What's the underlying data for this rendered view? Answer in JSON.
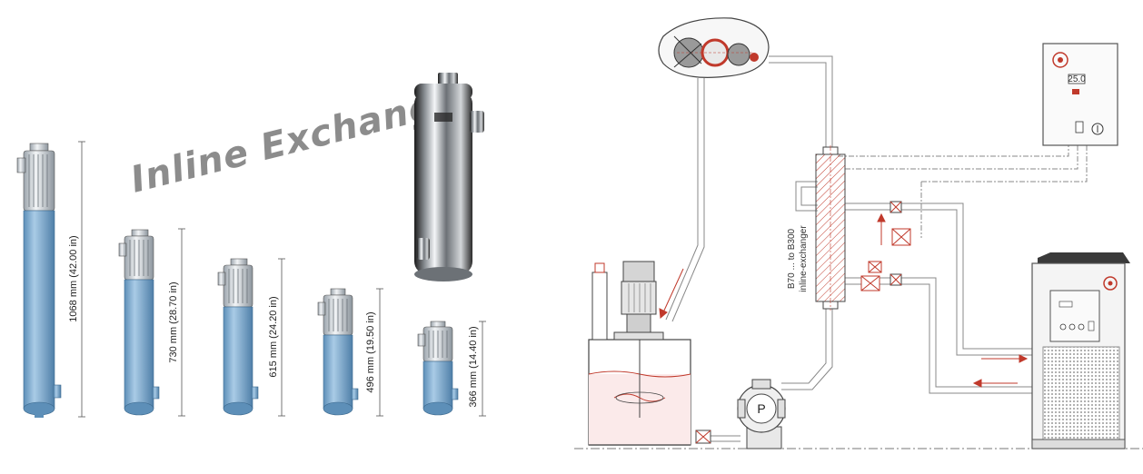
{
  "title": "Inline Exchange",
  "dimensions": [
    "1068 mm (42.00 in)",
    "730 mm (28.70 in)",
    "615 mm (24.20 in)",
    "496 mm (19.50 in)",
    "366 mm (14.40 in)"
  ],
  "diagram": {
    "exchanger_label_line1": "B70 ... to B300",
    "exchanger_label_line2": "inline-exchanger",
    "pump_label": "P",
    "controller_display": "25.0"
  },
  "colors": {
    "tube_blue": "#7eaed3",
    "pipe_red": "#c0392b",
    "pipe_line": "#888888",
    "title_grey": "#8c8c8c"
  }
}
